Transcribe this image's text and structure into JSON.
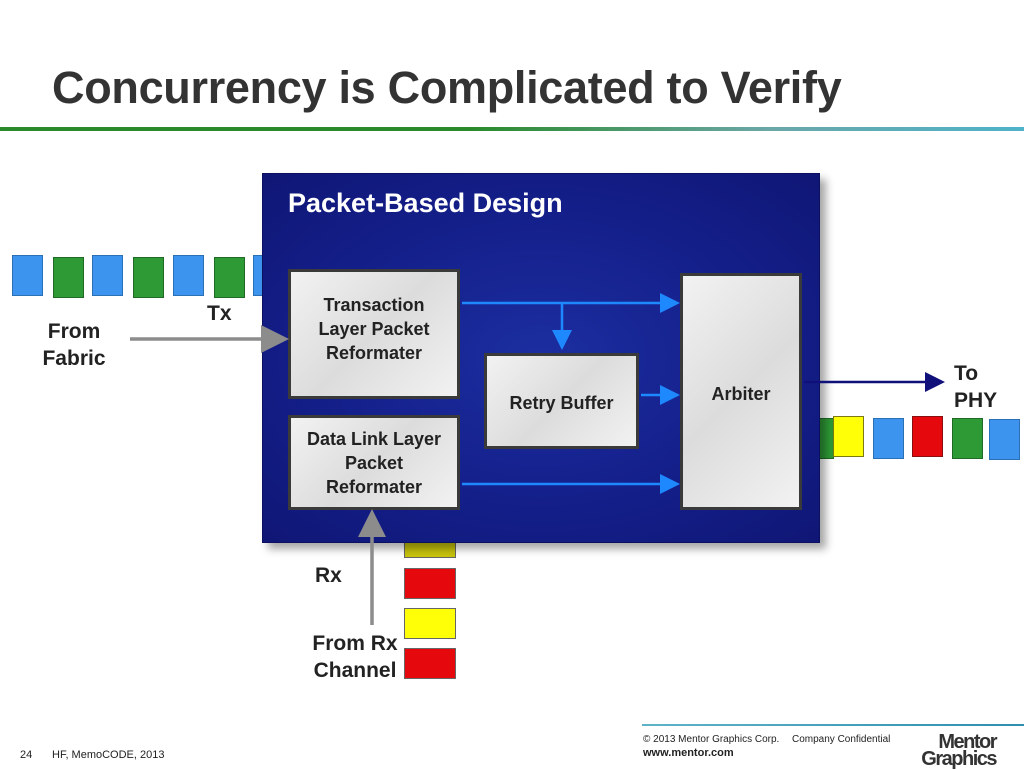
{
  "title": "Concurrency is Complicated to Verify",
  "design_title": "Packet-Based Design",
  "boxes": {
    "transaction": "Transaction Layer  Packet Reformater",
    "datalink": "Data Link Layer Packet Reformater",
    "retry": "Retry Buffer",
    "arbiter": "Arbiter"
  },
  "labels": {
    "from_fabric": "From Fabric",
    "tx": "Tx",
    "rx": "Rx",
    "from_rx": "From Rx Channel",
    "to_phy": "To PHY"
  },
  "colors": {
    "blue_packet": "#3d94ee",
    "green_packet": "#2e9a36",
    "red_packet": "#e5080c",
    "yellow_packet": "#ffff08",
    "design_bg": "#141f8a",
    "arrow": "#1e88ff"
  },
  "footer": {
    "page_number": "24",
    "event": "HF, MemoCODE, 2013",
    "copyright": "© 2013 Mentor Graphics Corp.",
    "confidential": "Company Confidential",
    "website": "www.mentor.com",
    "logo": "Mentor Graphics"
  }
}
